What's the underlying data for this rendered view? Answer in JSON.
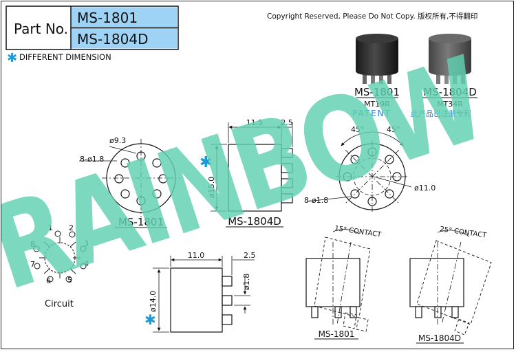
{
  "part_box": {
    "label": "Part No.",
    "part_1": "MS-1801",
    "part_2": "MS-1804D",
    "fill_color": "#9fd3f5"
  },
  "legend": {
    "marker": "✱",
    "text": "DIFFERENT DIMENSION",
    "marker_color": "#1b9ad6"
  },
  "copyright": "Copyright Reserved, Please Do Not Copy. 版权所有,不得翻印",
  "products": [
    {
      "name": "MS-1801",
      "code": "MT19R"
    },
    {
      "name": "MS-1804D",
      "code": "MT34R"
    }
  ],
  "patent": {
    "text": "PATENT",
    "cn": "此产品已注册专利",
    "color": "#2b7fd4"
  },
  "watermark": {
    "text": "RAINBOW",
    "color": "#5fd0b0"
  },
  "top_left_drawing": {
    "dia_label": "ø9.3",
    "pin_label": "8-ø1.8",
    "caption": "MS-1801"
  },
  "top_mid_drawing": {
    "width_label": "11.5",
    "pin_len_label": "2.5",
    "height_label": "ø15.0",
    "marker": "✱",
    "caption": "MS-1804D"
  },
  "top_right_drawing": {
    "angle_1": "45°",
    "angle_2": "45°",
    "pin_label": "8-ø1.8",
    "dia_label": "ø11.0"
  },
  "circuit": {
    "caption": "Circuit",
    "pins": [
      "1",
      "2",
      "3",
      "4",
      "5",
      "6",
      "7",
      "8"
    ]
  },
  "bottom_mid_drawing": {
    "width_label": "11.0",
    "pin_len_label": "2.5",
    "pin_dia_label": "ø1.8",
    "height_label": "ø14.0",
    "marker": "✱"
  },
  "contact_1": {
    "label": "15° CONTACT",
    "caption": "MS-1801"
  },
  "contact_2": {
    "label": "25° CONTACT",
    "caption": "MS-1804D"
  }
}
